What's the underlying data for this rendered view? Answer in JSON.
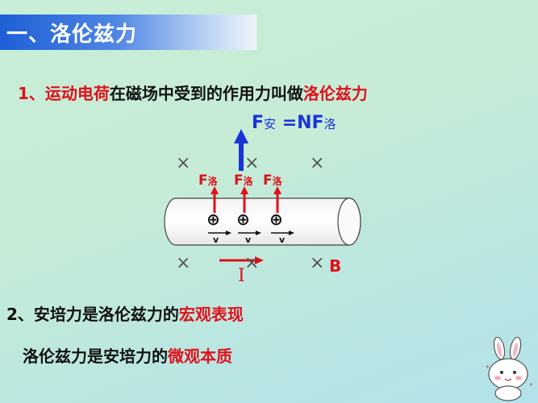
{
  "title": "一、洛伦兹力",
  "line1": {
    "num": "1、",
    "part1": "运动电荷",
    "part2": "在磁场中受到的作用力叫做",
    "part3": "洛伦兹力"
  },
  "formula": {
    "F": "F",
    "an": "安",
    "eq": " =NF",
    "luo": "洛"
  },
  "force_label": {
    "F": "F",
    "luo": "洛"
  },
  "charge_symbol": "⊕",
  "velocity_label": "v",
  "current_label": "I",
  "field_label": "B",
  "x_symbol": "×",
  "line2": {
    "part1": "2、安培力是洛伦兹力的",
    "part2": "宏观表现"
  },
  "line3": {
    "part1": "洛伦兹力是安培力的",
    "part2": "微观本质"
  },
  "colors": {
    "red": "#e0101a",
    "blue": "#1a34d8",
    "title_bar": "#1e5fd6"
  }
}
